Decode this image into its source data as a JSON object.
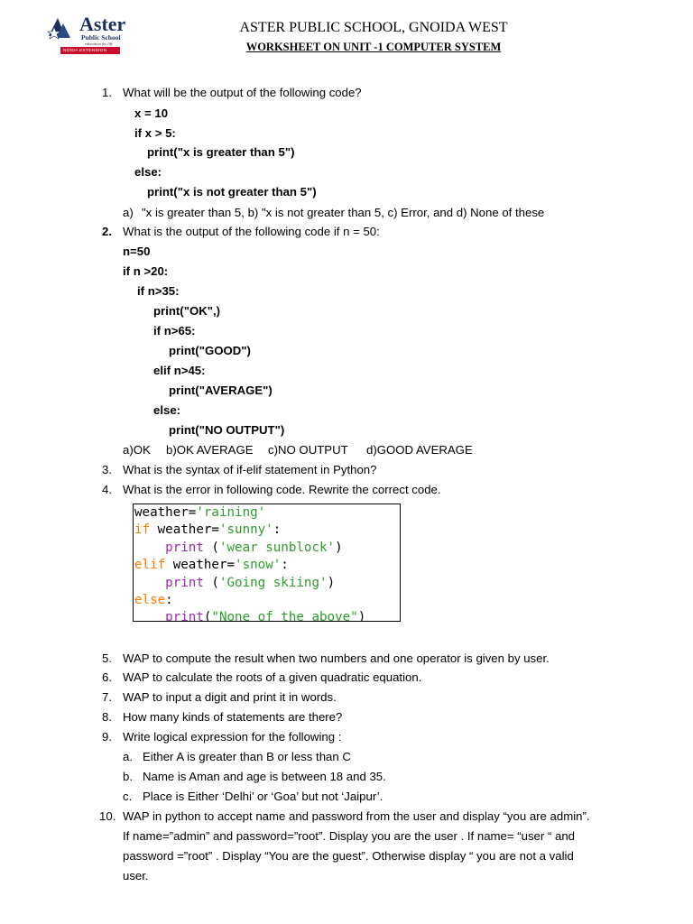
{
  "header": {
    "logo_brand": "Aster",
    "logo_sub": "Public School",
    "logo_tagline": "education for life",
    "logo_badge": "NOIDA EXTENSION",
    "school_name": "ASTER PUBLIC SCHOOL, GNOIDA WEST",
    "worksheet_title": "WORKSHEET ON  UNIT -1 COMPUTER SYSTEM"
  },
  "q1": {
    "num": "1.",
    "text": "What will be the output of the following code?",
    "code": [
      "x = 10",
      "if x > 5:",
      "print(\"x is greater than 5\")",
      "else:",
      "print(\"x is not greater than 5\")"
    ],
    "opt_letter": "a)",
    "options": "\"x is greater than 5, b) \"x is not greater than 5, c) Error, and d) None of these"
  },
  "q2": {
    "num": "2.",
    "text": "What is the output of the following code if n = 50:",
    "code": [
      "n=50",
      "if n >20:",
      "if n>35:",
      "print(\"OK\",)",
      "if n>65:",
      "print(\"GOOD\")",
      "elif n>45:",
      "print(\"AVERAGE\")",
      "else:",
      "print(\"NO OUTPUT\")"
    ],
    "options": [
      "a)OK",
      "b)OK AVERAGE",
      "c)NO OUTPUT",
      "d)GOOD AVERAGE"
    ]
  },
  "q3": {
    "num": "3.",
    "text": "What is the syntax of if-elif statement in Python?"
  },
  "q4": {
    "num": "4.",
    "text": "What is the error in following code. Rewrite the correct code.",
    "code_tokens": {
      "l1a": "weather=",
      "l1b": "'raining'",
      "l2a": "if",
      "l2b": " weather=",
      "l2c": "'sunny'",
      "l2d": ":",
      "l3a": "    print",
      "l3b": " (",
      "l3c": "'wear sunblock'",
      "l3d": ")",
      "l4a": "elif",
      "l4b": " weather=",
      "l4c": "'snow'",
      "l4d": ":",
      "l5a": "    print",
      "l5b": " (",
      "l5c": "'Going skiing'",
      "l5d": ")",
      "l6a": "else",
      "l6b": ":",
      "l7a": "    print",
      "l7b": "(",
      "l7c": "\"None of the above\"",
      "l7d": ")"
    }
  },
  "q5": {
    "num": "5.",
    "text": "WAP to compute the result when two numbers and one operator is given by user."
  },
  "q6": {
    "num": "6.",
    "text": "WAP to calculate the roots of a given quadratic equation."
  },
  "q7": {
    "num": "7.",
    "text": "WAP to input a digit and print it in words."
  },
  "q8": {
    "num": "8.",
    "text": "How many kinds of statements are there?"
  },
  "q9": {
    "num": "9.",
    "text": "Write logical expression for the following :",
    "subs": [
      {
        "letter": "a.",
        "text": "Either A is greater than B or less than C"
      },
      {
        "letter": "b.",
        "text": "Name is Aman and age is between 18 and 35."
      },
      {
        "letter": "c.",
        "text": "Place is Either ‘Delhi’ or ‘Goa’ but not ‘Jaipur’."
      }
    ]
  },
  "q10": {
    "num": "10.",
    "lines": [
      "WAP in python to accept name and password from the user and display “you are admin”.",
      "If name=”admin” and password=”root”. Display you are the user . If name= “user “ and",
      "password =”root” . Display “You are the guest”. Otherwise display “ you are not a valid",
      "user."
    ]
  }
}
